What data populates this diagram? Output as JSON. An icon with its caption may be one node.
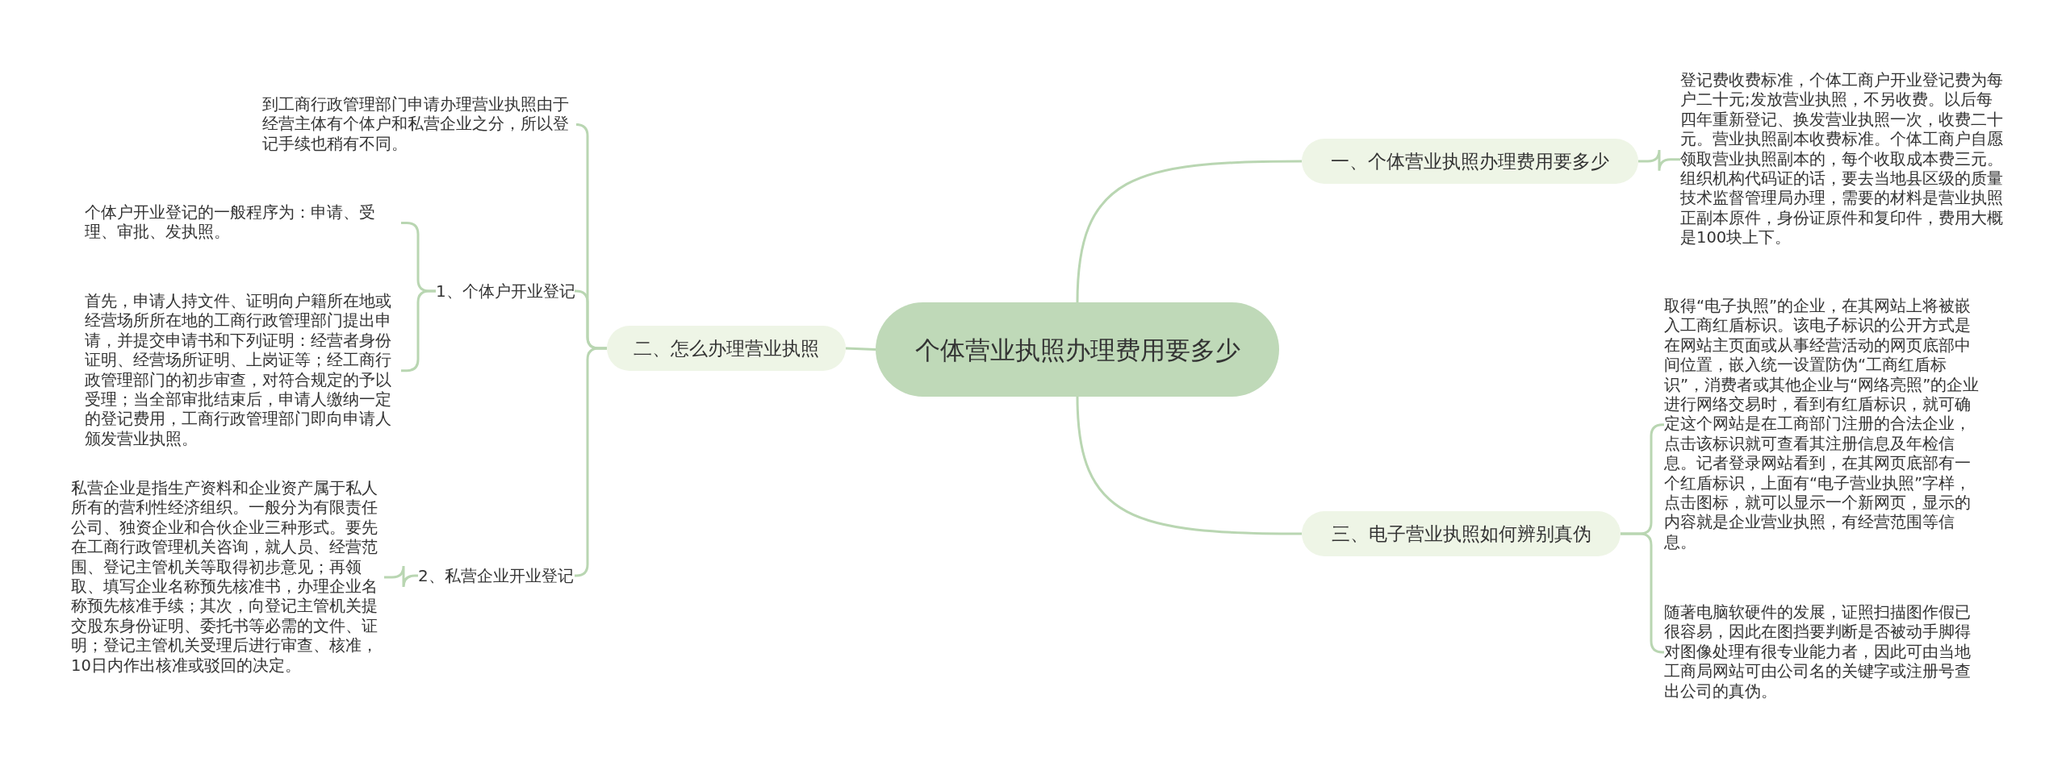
{
  "diagram": {
    "nodes": [
      {
        "text": [
          "个体营业执照办理费用要多少"
        ]
      },
      {
        "text": [
          "一、个体营业执照办理费用要多少"
        ]
      },
      {
        "text": [
          "登记费收费标准，个体工商户开业登记费为每户二十元;发放营业执照，不另收费。以后每四年重新登记、换发营业执照一次，收费二十元。营业执照副本收费标准。个体工商户自愿领取营业执照副本的，每个收取成本费三元。组织机构代码证的话，要去当地县区级的质量技术监督管理局办理，需要的材料是营业执照正副本原件，身份证原件和复印件，费用大概是100块上下。"
        ]
      },
      {
        "text": [
          "二、怎么办理营业执照"
        ]
      },
      {
        "text": [
          "到工商行政管理部门申请办理营业执照由于经营主体有个体户和私营企业之分，所以登记手续也稍有不同。"
        ]
      },
      {
        "text": [
          "1、个体户开业登记"
        ]
      },
      {
        "text": [
          "个体户开业登记的一般程序为：申请、受理、审批、发执照。"
        ]
      },
      {
        "text": [
          "首先，申请人持文件、证明向户籍所在地或经营场所所在地的工商行政管理部门提出申请，并提交申请书和下列证明：经营者身份证明、经营场所证明、上岗证等；经工商行政管理部门的初步审查，对符合规定的予以受理；当全部审批结束后，申请人缴纳一定的登记费用，工商行政管理部门即向申请人颁发营业执照。"
        ]
      },
      {
        "text": [
          "2、私营企业开业登记"
        ]
      },
      {
        "text": [
          "私营企业是指生产资料和企业资产属于私人所有的营利性经济组织。一般分为有限责任公司、独资企业和合伙企业三种形式。要先在工商行政管理机关咨询，就人员、经营范围、登记主管机关等取得初步意见；再领取、填写企业名称预先核准书，办理企业名称预先核准手续；其次，向登记主管机关提交股东身份证明、委托书等必需的文件、证明；登记主管机关受理后进行审查、核准，10日内作出核准或驳回的决定。"
        ]
      },
      {
        "text": [
          "三、电子营业执照如何辨别真伪"
        ]
      },
      {
        "text": [
          "取得“电子执照”的企业，在其网站上将被嵌入工商红盾标识。该电子标识的公开方式是在网站主页面或从事经营活动的网页底部中间位置，嵌入统一设置防伪“工商红盾标识”，消费者或其他企业与“网络亮照”的企业进行网络交易时，看到有红盾标识，就可确定这个网站是在工商部门注册的合法企业，点击该标识就可查看其注册信息及年检信息。记者登录网站看到，在其网页底部有一个红盾标识，上面有“电子营业执照”字样，点击图标，就可以显示一个新网页，显示的内容就是企业营业执照，有经营范围等信息。"
        ]
      },
      {
        "text": [
          "随著电脑软硬件的发展，证照扫描图作假已很容易，因此在图挡要判断是否被动手脚得对图像处理有很专业能力者，因此可由当地工商局网站可由公司名的关键字或注册号查出公司的真伪。"
        ]
      }
    ],
    "edges": [
      {
        "from": 0,
        "to": 1,
        "arrow": "none"
      },
      {
        "from": 1,
        "to": 2,
        "arrow": "none"
      },
      {
        "from": 0,
        "to": 3,
        "arrow": "none"
      },
      {
        "from": 3,
        "to": 4,
        "arrow": "none"
      },
      {
        "from": 3,
        "to": 5,
        "arrow": "none"
      },
      {
        "from": 5,
        "to": 6,
        "arrow": "none"
      },
      {
        "from": 5,
        "to": 7,
        "arrow": "none"
      },
      {
        "from": 3,
        "to": 8,
        "arrow": "none"
      },
      {
        "from": 8,
        "to": 9,
        "arrow": "none"
      },
      {
        "from": 0,
        "to": 10,
        "arrow": "none"
      },
      {
        "from": 10,
        "to": 11,
        "arrow": "none"
      },
      {
        "from": 10,
        "to": 12,
        "arrow": "none"
      }
    ]
  }
}
